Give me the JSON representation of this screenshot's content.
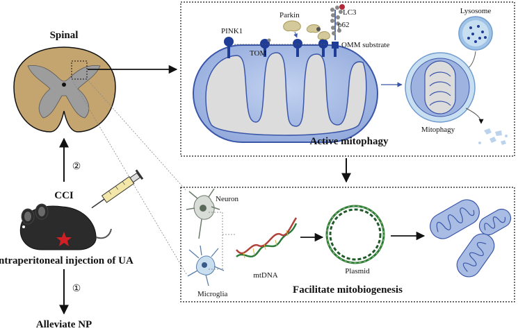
{
  "spinal": {
    "label": "Spinal"
  },
  "steps": {
    "cci": "CCI",
    "injection": "Intraperitoneal injection of UA",
    "alleviate": "Alleviate NP",
    "step1": "①",
    "step2": "②"
  },
  "mitophagy": {
    "pink1": "PINK1",
    "parkin": "Parkin",
    "lc3": "LC3",
    "p62": "p62",
    "tom": "TOM",
    "omm": "OMM substrate",
    "lysosome": "Lysosome",
    "mitophagy_label": "Mitophagy",
    "title": "Active mitophagy"
  },
  "biogenesis": {
    "neuron": "Neuron",
    "microglia": "Microglia",
    "mtdna": "mtDNA",
    "plasmid": "Plasmid",
    "title": "Facilitate mitobiogenesis"
  },
  "colors": {
    "spine_outer": "#c4a570",
    "spine_inner": "#9d9d9d",
    "mito_fill": "#a9bde4",
    "mito_stroke": "#3a56a8",
    "protein": "#1f3c96",
    "lysosome": "#9fc3e6",
    "dna_green": "#2b7a36",
    "star": "#d21f26"
  }
}
